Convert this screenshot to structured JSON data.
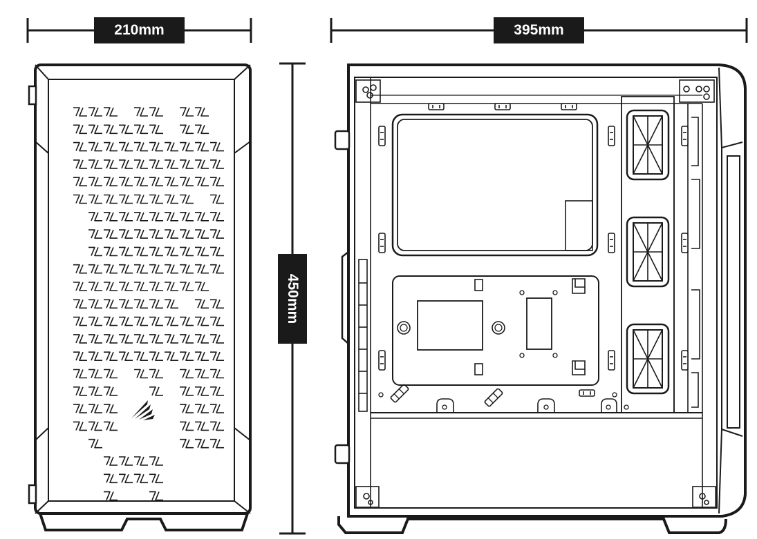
{
  "dimensions": {
    "width": "210mm",
    "depth": "395mm",
    "height": "450mm"
  },
  "colors": {
    "line": "#1a1a1a",
    "label_bg": "#1a1a1a",
    "label_text": "#ffffff",
    "background": "#ffffff"
  }
}
